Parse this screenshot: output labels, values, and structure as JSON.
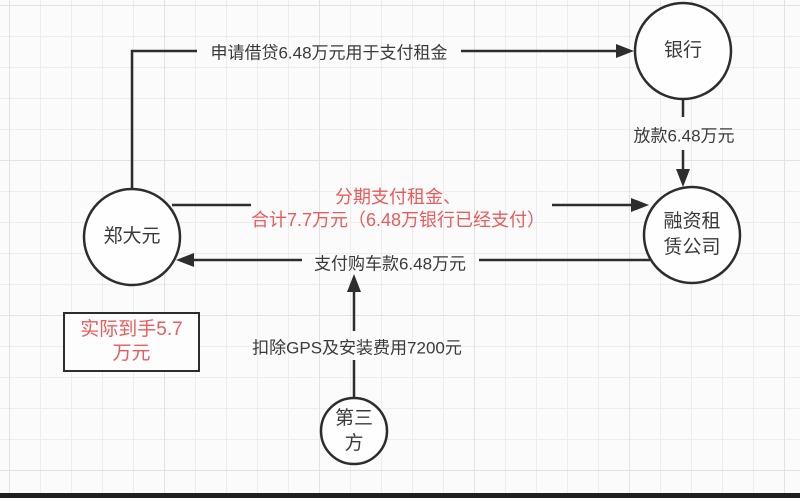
{
  "colors": {
    "accent_red": "#e85c5c",
    "stroke": "#2d2d2d",
    "canvas_background": "#fbfbfb"
  },
  "nodes": {
    "bank": {
      "label": "银行"
    },
    "zheng_dayuan": {
      "label": "郑大元"
    },
    "leasing_company": {
      "line1": "融资租",
      "line2": "赁公司"
    },
    "third_party": {
      "line1": "第三",
      "line2": "方"
    }
  },
  "edges": {
    "apply_loan": {
      "label": "申请借贷6.48万元用于支付租金"
    },
    "disburse": {
      "label": "放款6.48万元"
    },
    "installment": {
      "line1": "分期支付租金、",
      "line2": "合计7.7万元（6.48万银行已经支付）"
    },
    "pay_car": {
      "label": "支付购车款6.48万元"
    },
    "deduct_gps": {
      "label": "扣除GPS及安装费用7200元"
    }
  },
  "note": {
    "line1": "实际到手5.7",
    "line2": "万元"
  }
}
